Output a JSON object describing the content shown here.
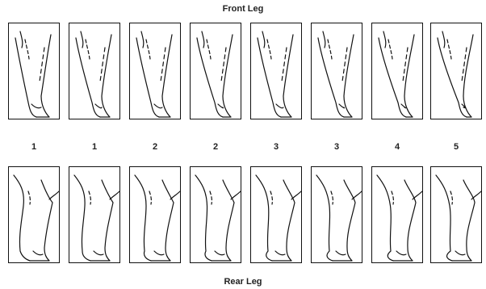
{
  "front_title": "Front Leg",
  "rear_title": "Rear Leg",
  "scores": [
    "1",
    "1",
    "2",
    "2",
    "3",
    "3",
    "4",
    "5"
  ]
}
